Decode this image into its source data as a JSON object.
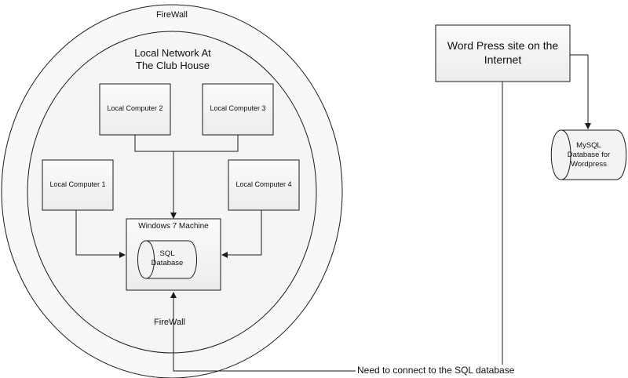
{
  "firewall": {
    "top_label": "FireWall",
    "bottom_label": "FireWall"
  },
  "local_network": {
    "label_line1": "Local Network At",
    "label_line2": "The Club House"
  },
  "computers": {
    "computer1": "Local Computer 1",
    "computer2": "Local Computer 2",
    "computer3": "Local Computer 3",
    "computer4": "Local Computer 4"
  },
  "windows_machine": {
    "label": "Windows 7 Machine",
    "db_line1": "SQL",
    "db_line2": "Database"
  },
  "wordpress_site": {
    "line1": "Word Press site on the",
    "line2": "Internet"
  },
  "mysql_db": {
    "line1": "MySQL",
    "line2": "Database for",
    "line3": "Wordpress"
  },
  "connection_note": "Need to connect to the SQL database",
  "colors": {
    "stroke": "#1a1a1a",
    "fill_light": "#f7f7f7",
    "fill_box": "#f2f2f2"
  }
}
